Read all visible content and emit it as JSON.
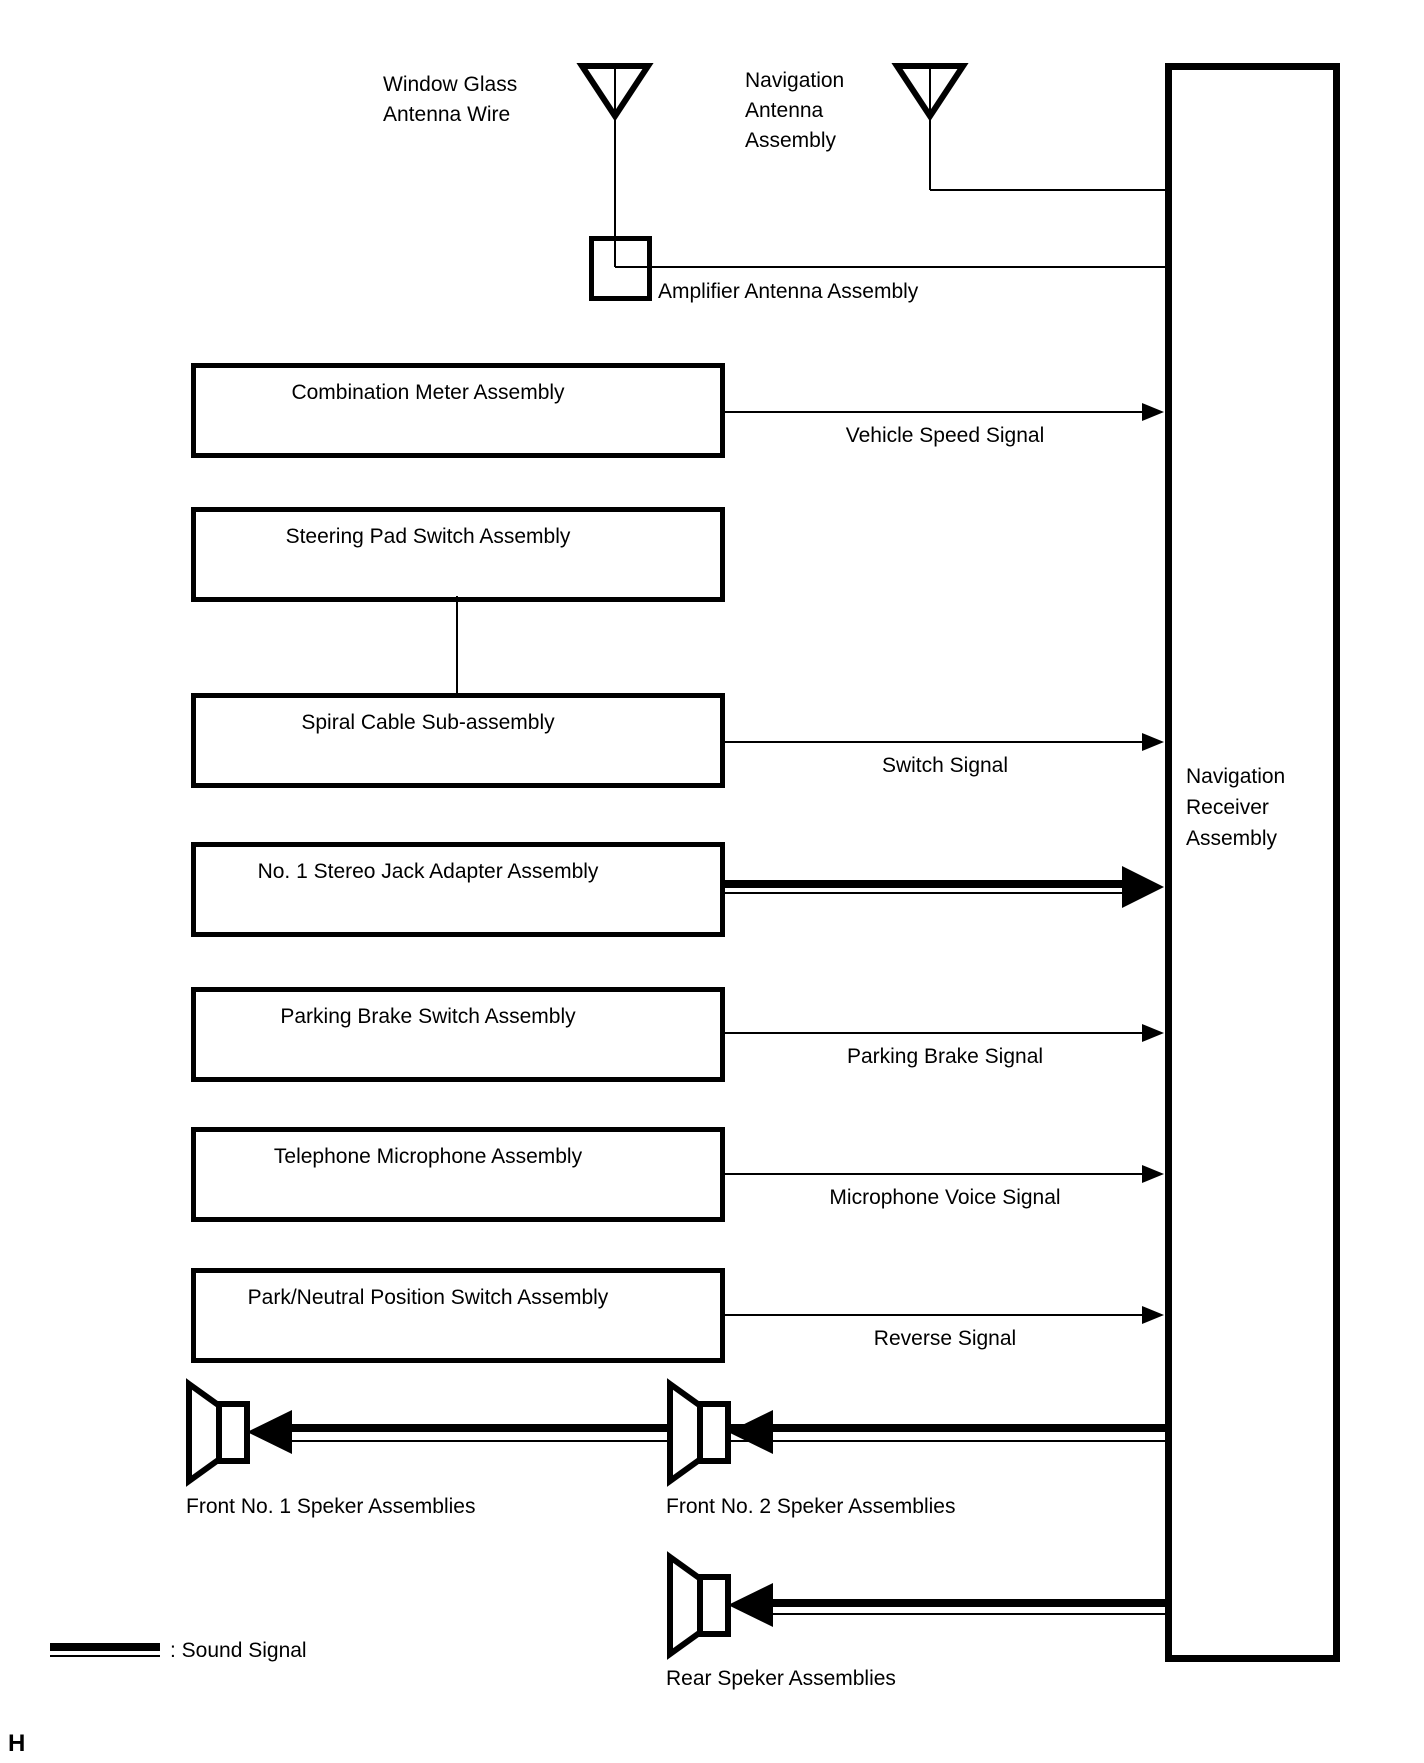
{
  "diagram": {
    "window_antenna_label": [
      "Window Glass",
      "Antenna Wire"
    ],
    "nav_antenna_label": [
      "Navigation",
      "Antenna",
      "Assembly"
    ],
    "amplifier_label": "Amplifier Antenna Assembly",
    "receiver_label": [
      "Navigation",
      "Receiver",
      "Assembly"
    ],
    "source_boxes": [
      {
        "label": "Combination Meter Assembly"
      },
      {
        "label": "Steering Pad Switch Assembly"
      },
      {
        "label": "Spiral Cable Sub-assembly"
      },
      {
        "label": "No. 1 Stereo Jack Adapter Assembly"
      },
      {
        "label": "Parking Brake Switch Assembly"
      },
      {
        "label": "Telephone Microphone Assembly"
      },
      {
        "label": "Park/Neutral Position Switch Assembly"
      }
    ],
    "signals": [
      "Vehicle Speed Signal",
      "Switch Signal",
      "Parking Brake Signal",
      "Microphone Voice Signal",
      "Reverse Signal"
    ],
    "speaker_labels": [
      "Front No. 1 Speker Assemblies",
      "Front No. 2 Speker Assemblies",
      "Rear Speker Assemblies"
    ],
    "legend_label": ": Sound Signal",
    "page_marker": "H",
    "colors": {
      "ink": "#000000",
      "background": "#ffffff"
    }
  }
}
